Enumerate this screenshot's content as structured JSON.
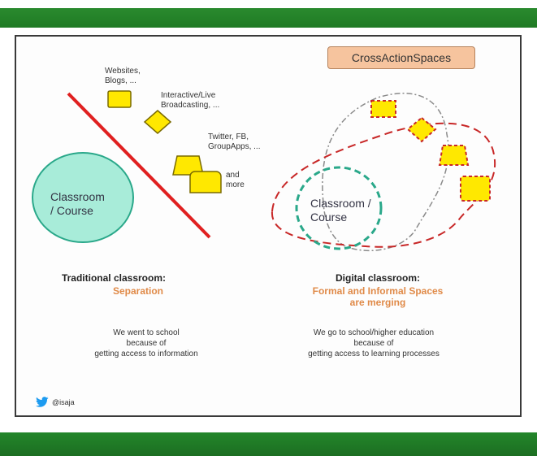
{
  "badge": "CrossActionSpaces",
  "left": {
    "items": [
      "Websites,\nBlogs, ...",
      "Interactive/Live\nBroadcasting, ...",
      "Twitter, FB,\nGroupApps, ...",
      "and\nmore"
    ],
    "circle": "Classroom\n/ Course",
    "heading": "Traditional classroom:",
    "accent": "Separation",
    "caption": "We went to school\nbecause of\ngetting access to information"
  },
  "right": {
    "circle": "Classroom /\nCourse",
    "heading": "Digital classroom:",
    "accent": "Formal and Informal Spaces\nare merging",
    "caption": "We go to school/higher education\nbecause of\ngetting access to learning processes"
  },
  "footer": {
    "icon": "twitter-bird-icon",
    "handle": "@isaja"
  },
  "colors": {
    "frame_green": "#1f7a24",
    "shape_yellow": "#ffe800",
    "circle_fill": "#a8ecd9",
    "circle_stroke": "#2aa88a",
    "separator_red": "#e02020",
    "accent_orange": "#e08a48"
  }
}
